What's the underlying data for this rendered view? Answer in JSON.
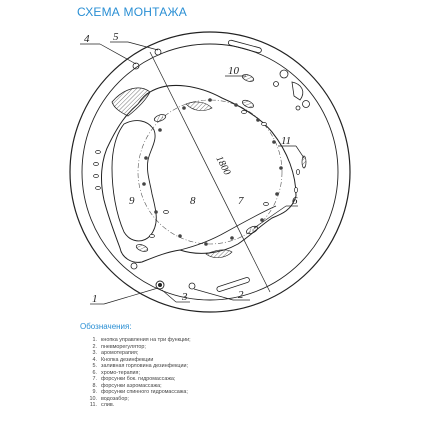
{
  "title": "СХЕМА МОНТАЖА",
  "diagram": {
    "dimension": "1800",
    "callouts": [
      "1",
      "2",
      "3",
      "4",
      "5",
      "6",
      "7",
      "8",
      "9",
      "10",
      "11"
    ]
  },
  "legend": {
    "title": "Обозначения:",
    "items": [
      {
        "num": "1.",
        "text": "кнопка управления на три функции;"
      },
      {
        "num": "2.",
        "text": "пневморегулятор;"
      },
      {
        "num": "3.",
        "text": "аромотерапия;"
      },
      {
        "num": "4.",
        "text": "Кнопка дезинфекции"
      },
      {
        "num": "5.",
        "text": "заливная горловина дезинфекции;"
      },
      {
        "num": "6.",
        "text": "хромо-терапия;"
      },
      {
        "num": "7.",
        "text": "форсунки бок. гидромассажа;"
      },
      {
        "num": "8.",
        "text": "форсунки аэромассажа;"
      },
      {
        "num": "9.",
        "text": "форсунки спинного гидромассажа;"
      },
      {
        "num": "10.",
        "text": "водозабор;"
      },
      {
        "num": "11.",
        "text": "слив."
      }
    ]
  }
}
